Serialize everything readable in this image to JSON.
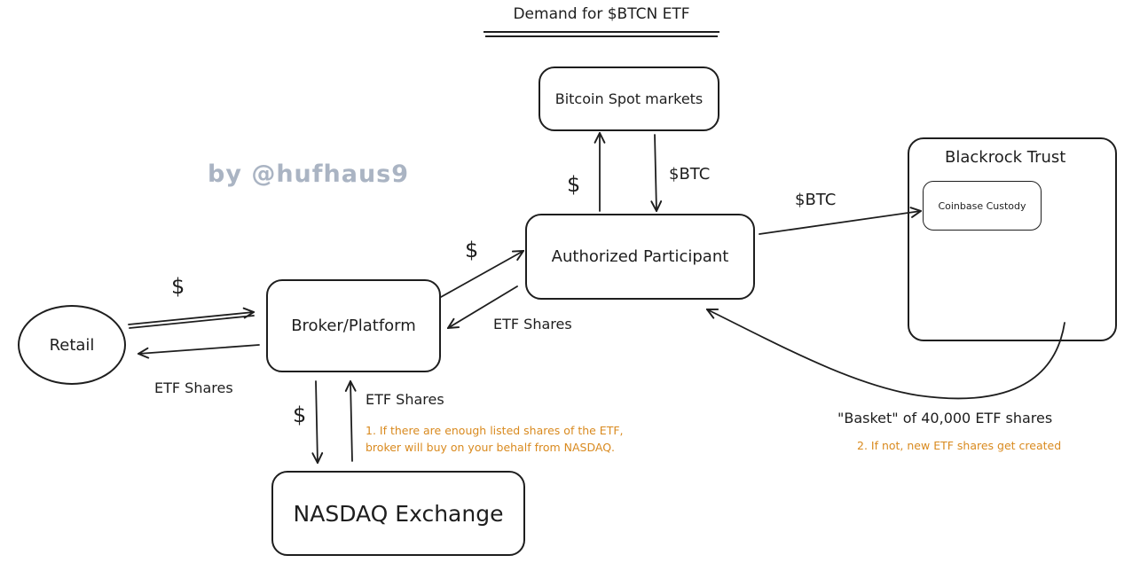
{
  "title": "Demand for $BTCN ETF",
  "watermark": "by @hufhaus9",
  "nodes": {
    "retail": "Retail",
    "broker": "Broker/Platform",
    "nasdaq": "NASDAQ Exchange",
    "ap": "Authorized Participant",
    "spot": "Bitcoin Spot markets",
    "trust": "Blackrock Trust",
    "custody": "Coinbase Custody"
  },
  "edges": {
    "retail_to_broker": "$",
    "broker_to_retail": "ETF Shares",
    "broker_to_nasdaq": "$",
    "nasdaq_to_broker": "ETF Shares",
    "broker_to_ap": "$",
    "ap_to_broker": "ETF Shares",
    "ap_to_spot": "$",
    "spot_to_ap": "$BTC",
    "ap_to_trust": "$BTC",
    "trust_to_ap": "\"Basket\" of 40,000 ETF shares"
  },
  "notes": {
    "note1_line1": "1. If there are enough listed shares of the ETF,",
    "note1_line2": "broker will buy on your behalf from NASDAQ.",
    "note2": "2. If not, new ETF shares get created"
  },
  "colors": {
    "ink": "#1e1e1e",
    "note": "#d98a1f",
    "watermark": "#aab4c3"
  }
}
